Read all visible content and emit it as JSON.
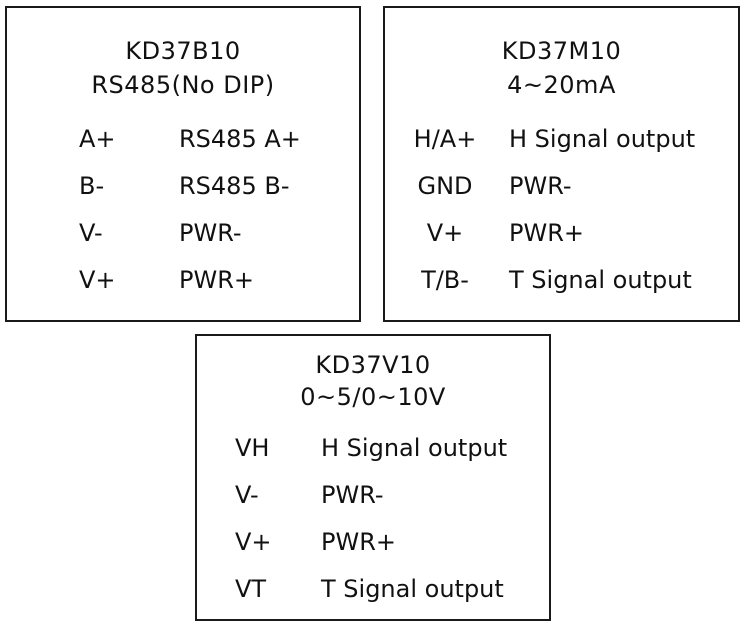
{
  "panels": [
    {
      "model": "KD37B10",
      "subtitle": "RS485(No DIP)",
      "rows": [
        {
          "pin": "A+",
          "desc": "RS485 A+"
        },
        {
          "pin": "B-",
          "desc": "RS485 B-"
        },
        {
          "pin": "V-",
          "desc": "PWR-"
        },
        {
          "pin": "V+",
          "desc": "PWR+"
        }
      ]
    },
    {
      "model": "KD37M10",
      "subtitle": "4~20mA",
      "rows": [
        {
          "pin": "H/A+",
          "desc": "H Signal output"
        },
        {
          "pin": "GND",
          "desc": "PWR-"
        },
        {
          "pin": "V+",
          "desc": "PWR+"
        },
        {
          "pin": "T/B-",
          "desc": "T Signal output"
        }
      ]
    },
    {
      "model": "KD37V10",
      "subtitle": "0~5/0~10V",
      "rows": [
        {
          "pin": "VH",
          "desc": "H Signal output"
        },
        {
          "pin": "V-",
          "desc": "PWR-"
        },
        {
          "pin": "V+",
          "desc": "PWR+"
        },
        {
          "pin": "VT",
          "desc": "T Signal output"
        }
      ]
    }
  ]
}
